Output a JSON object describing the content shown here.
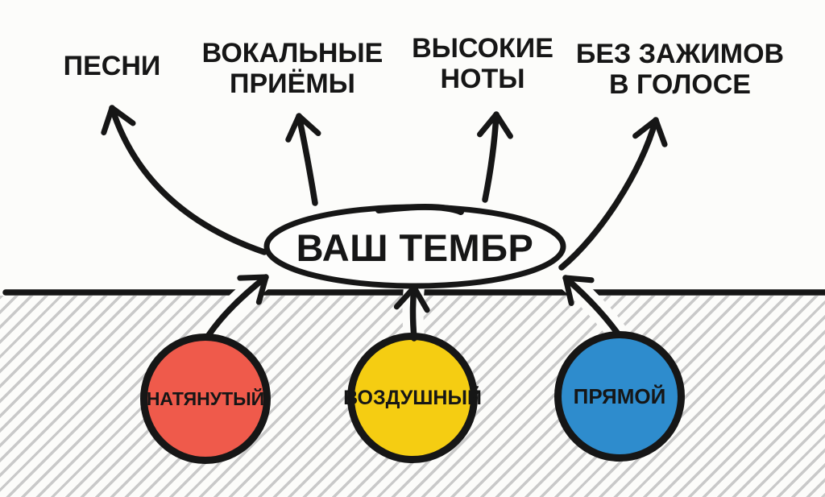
{
  "diagram": {
    "center": {
      "label": "ВАШ ТЕМБР"
    },
    "outcomes": [
      {
        "lines": [
          "ПЕСНИ"
        ]
      },
      {
        "lines": [
          "ВОКАЛЬНЫЕ",
          "ПРИЁМЫ"
        ]
      },
      {
        "lines": [
          "ВЫСОКИЕ",
          "НОТЫ"
        ]
      },
      {
        "lines": [
          "БЕЗ ЗАЖИМОВ",
          "В ГОЛОСЕ"
        ]
      }
    ],
    "sources": [
      {
        "label": "НАТЯНУТЫЙ",
        "color": "#ef5a4b"
      },
      {
        "label": "ВОЗДУШНЫЙ",
        "color": "#f5cd12"
      },
      {
        "label": "ПРЯМОЙ",
        "color": "#2e8ccd"
      }
    ],
    "colors": {
      "ink": "#161616",
      "hatch": "#c9c9c9",
      "background": "#fcfcfa",
      "ellipse_fill": "#fdfdfc"
    }
  }
}
